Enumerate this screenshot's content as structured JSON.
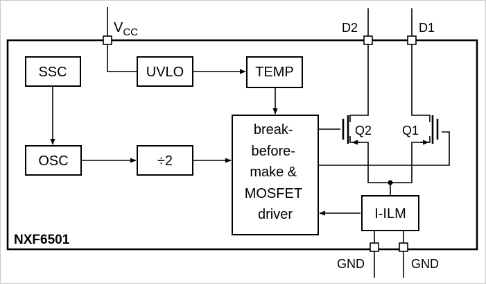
{
  "chip_name": "NXF6501",
  "pins": {
    "vcc_main": "V",
    "vcc_sub": "CC",
    "d2": "D2",
    "d1": "D1",
    "gnd_left": "GND",
    "gnd_right": "GND"
  },
  "blocks": {
    "ssc": "SSC",
    "osc": "OSC",
    "uvlo": "UVLO",
    "temp": "TEMP",
    "div2": "÷2",
    "driver": [
      "break-",
      "before-",
      "make &",
      "MOSFET",
      "driver"
    ],
    "ilm": "I-ILM"
  },
  "transistors": {
    "q2": "Q2",
    "q1": "Q1"
  }
}
